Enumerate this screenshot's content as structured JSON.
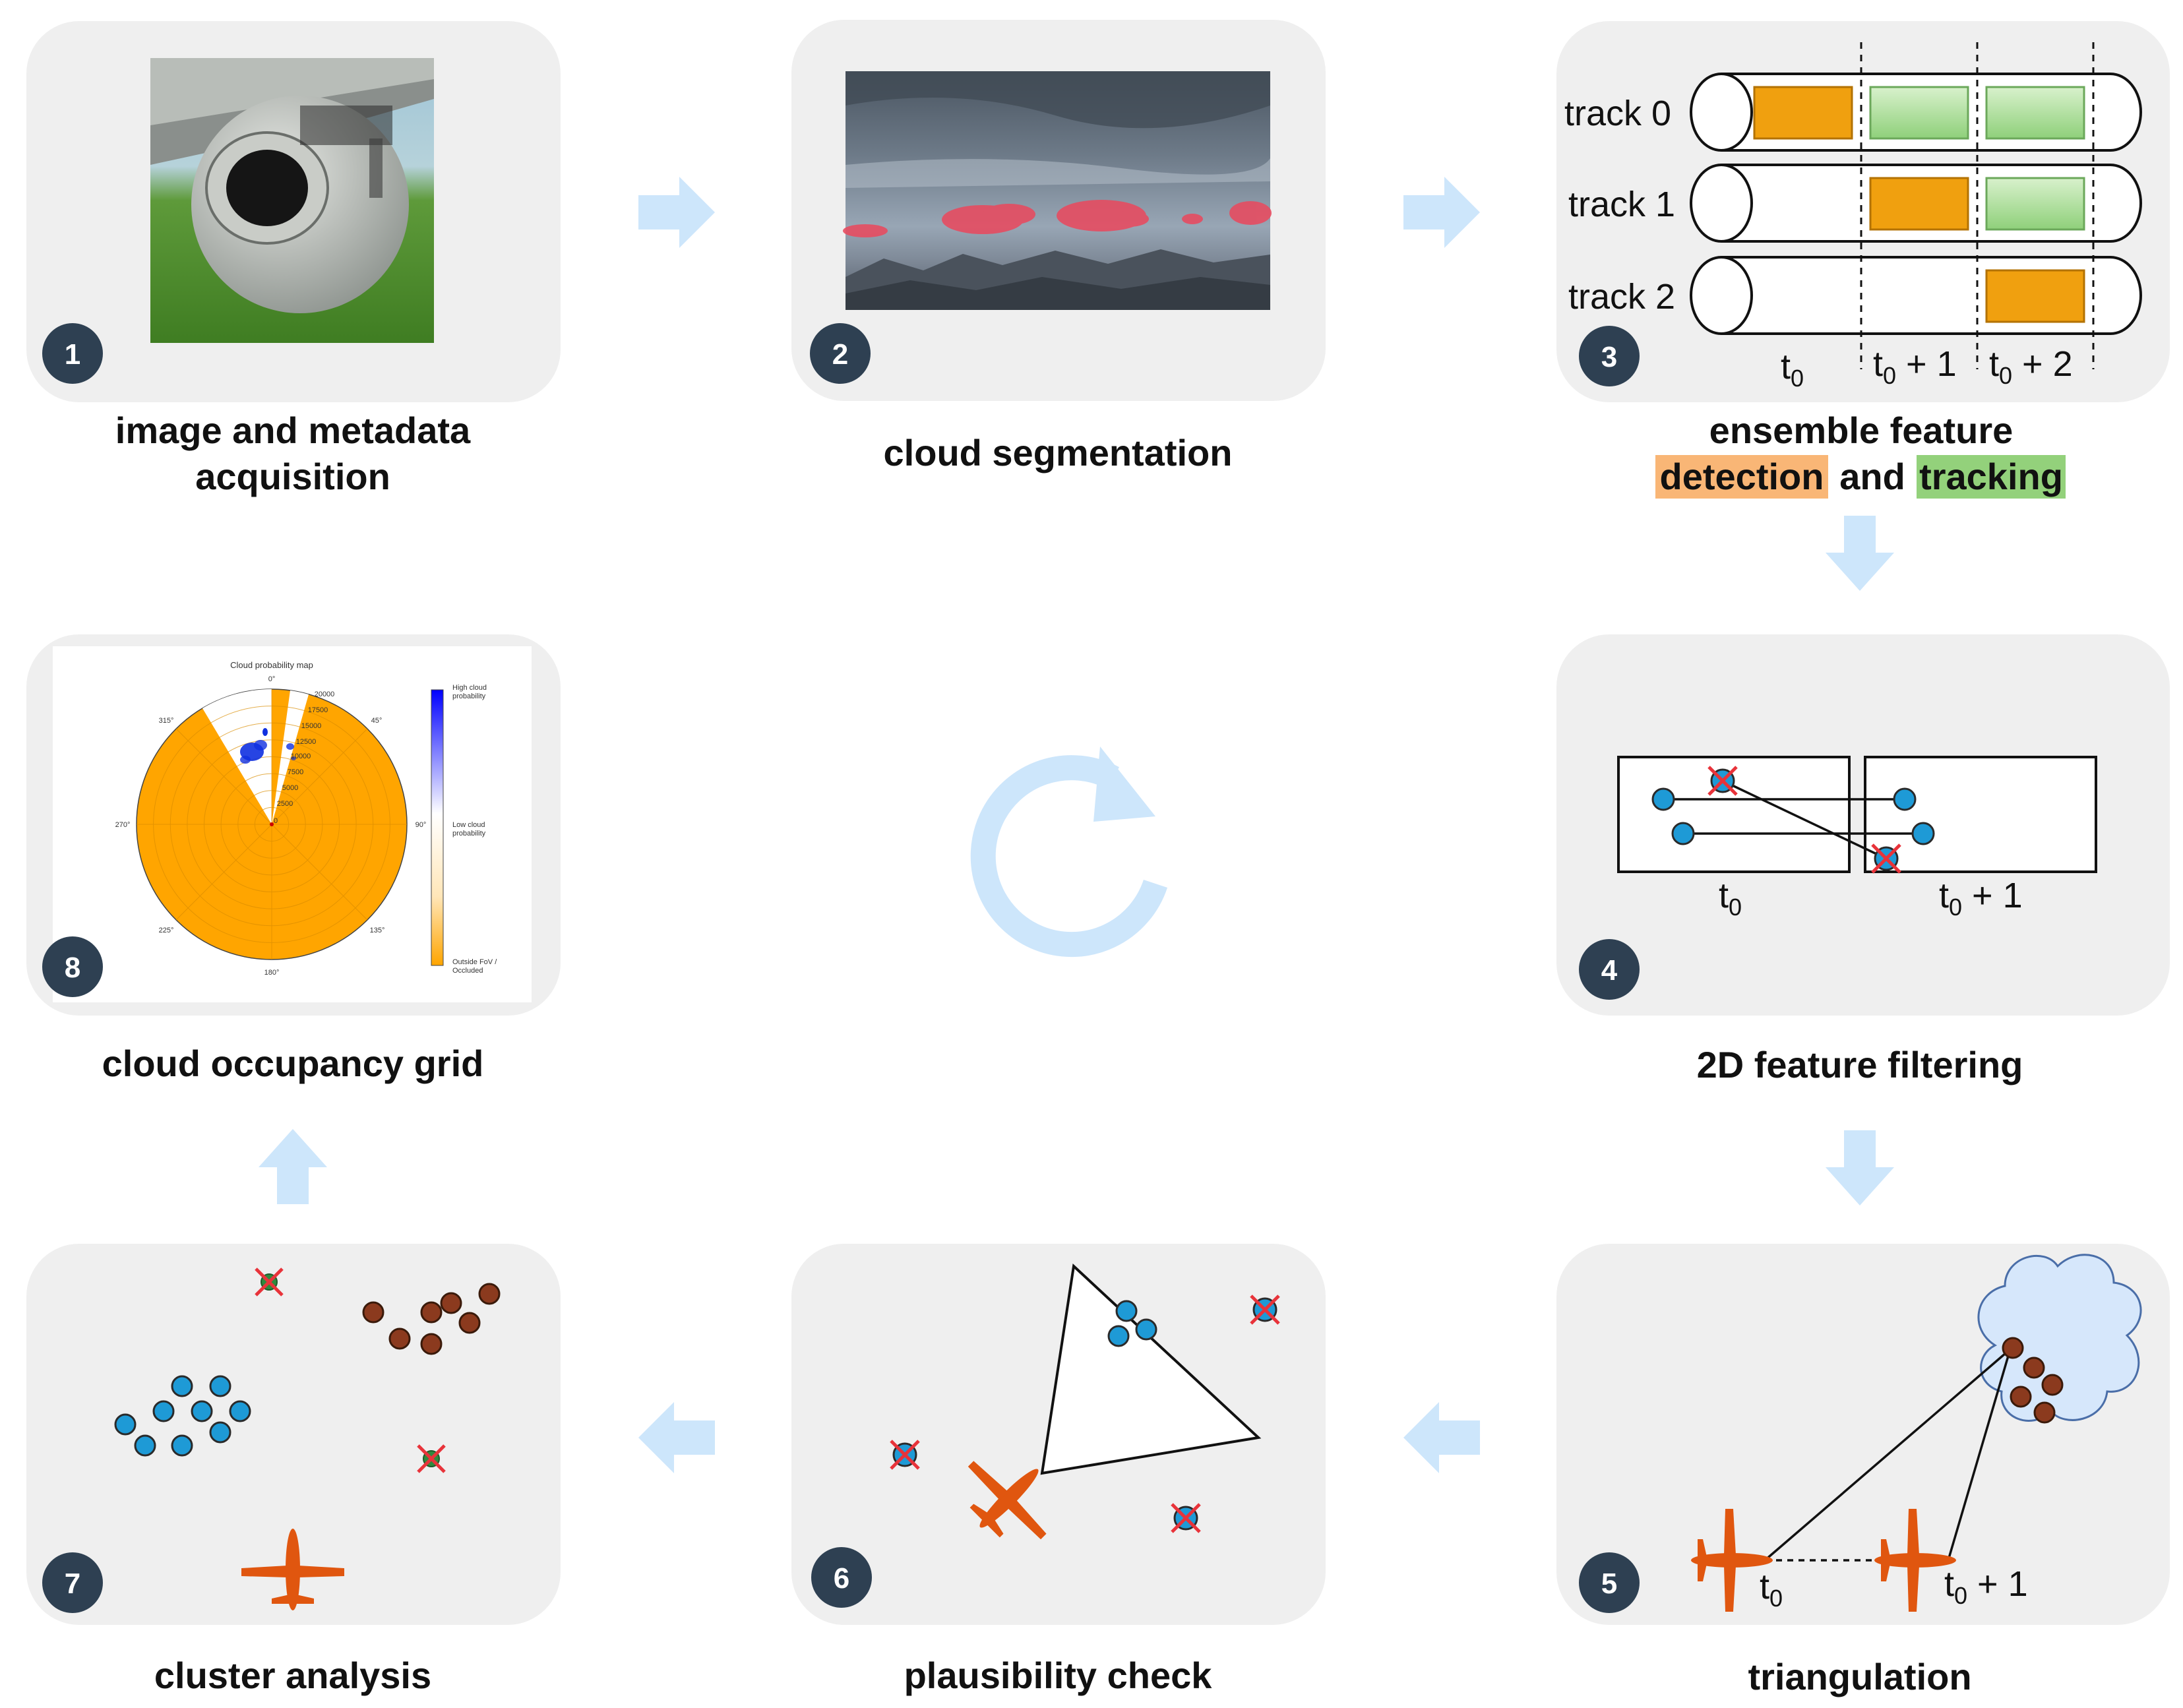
{
  "steps": [
    {
      "number": "1",
      "caption_lines": [
        "image and metadata",
        "acquisition"
      ]
    },
    {
      "number": "2",
      "caption_lines": [
        "cloud segmentation"
      ]
    },
    {
      "number": "3",
      "caption_lines": [
        "ensemble feature"
      ],
      "caption_detection": "detection",
      "caption_and": "and",
      "caption_tracking": "tracking"
    },
    {
      "number": "4",
      "caption_lines": [
        "2D feature filtering"
      ]
    },
    {
      "number": "5",
      "caption_lines": [
        "triangulation"
      ]
    },
    {
      "number": "6",
      "caption_lines": [
        "plausibility check"
      ]
    },
    {
      "number": "7",
      "caption_lines": [
        "cluster analysis"
      ]
    },
    {
      "number": "8",
      "caption_lines": [
        "cloud occupancy grid"
      ]
    }
  ],
  "tracks": [
    "track 0",
    "track 1",
    "track 2"
  ],
  "time_labels": {
    "t": "t",
    "sub": "0",
    "plus1": " + 1",
    "plus2": " + 2"
  },
  "polar_plot": {
    "title": "Cloud probability map",
    "angle_labels": [
      "0°",
      "45°",
      "90°",
      "135°",
      "180°",
      "225°",
      "270°",
      "315°"
    ],
    "radial_labels": [
      "20000",
      "17500",
      "15000",
      "12500",
      "10000",
      "7500",
      "5000",
      "2500",
      "0"
    ],
    "colorbar_top": [
      "High cloud",
      "probability"
    ],
    "colorbar_mid": [
      "Low cloud",
      "probability"
    ],
    "colorbar_bottom": [
      "Outside FoV /",
      "Occluded"
    ]
  },
  "colors": {
    "panel": "#efefef",
    "badge": "#2e4052",
    "arrow": "#cde6fb",
    "detection": "#f0a00f",
    "tracking": "#9fd88a",
    "feature_blue": "#1e9ad6",
    "feature_brown": "#8b3a1e",
    "aircraft": "#e0560f",
    "reject": "#e8333a",
    "occupancy_orange": "#ffa500"
  }
}
